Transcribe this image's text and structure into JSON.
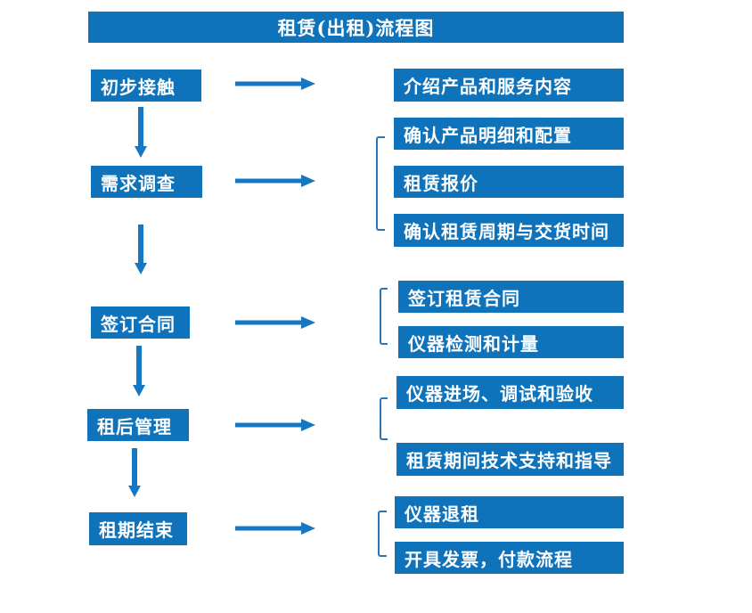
{
  "title": "租赁(出租)流程图",
  "colors": {
    "box_blue": "#0f73bc",
    "arrow_blue": "#1677c2",
    "bracket_blue": "#2e74b5",
    "text_white": "#ffffff"
  },
  "flow": {
    "steps": [
      {
        "label": "初步接触",
        "details": [
          "介绍产品和服务内容"
        ]
      },
      {
        "label": "需求调查",
        "details": [
          "确认产品明细和配置",
          "租赁报价",
          "确认租赁周期与交货时间"
        ]
      },
      {
        "label": "签订合同",
        "details": [
          "签订租赁合同",
          "仪器检测和计量"
        ]
      },
      {
        "label": "租后管理",
        "details": [
          "仪器进场、调试和验收",
          "租赁期间技术支持和指导"
        ]
      },
      {
        "label": "租期结束",
        "details": [
          "仪器退租",
          "开具发票，付款流程"
        ]
      }
    ]
  }
}
